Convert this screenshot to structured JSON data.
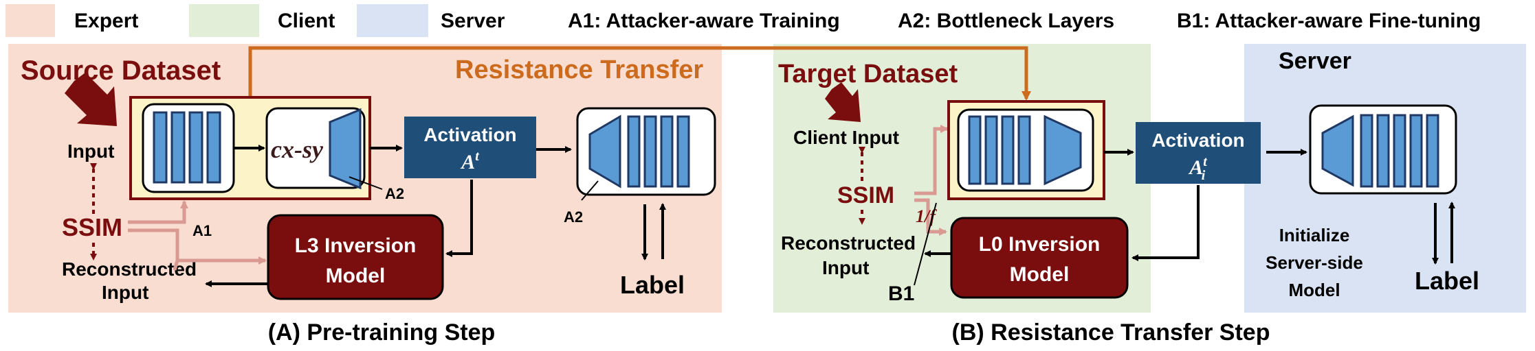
{
  "legend": {
    "expert": "Expert",
    "client": "Client",
    "server": "Server",
    "a1": "A1: Attacker-aware Training",
    "a2": "A2: Bottleneck Layers",
    "b1": "B1: Attacker-aware Fine-tuning",
    "colors": {
      "expert": "#f8ddd0",
      "client": "#e3eed8",
      "server": "#d9e3f3"
    }
  },
  "panel_a": {
    "source_dataset": "Source Dataset",
    "resistance_transfer": "Resistance Transfer",
    "input": "Input",
    "ssim": "SSIM",
    "reconstructed_line1": "Reconstructed",
    "reconstructed_line2": "Input",
    "formula": "cx-sy",
    "tag_a2_1": "A2",
    "tag_a2_2": "A2",
    "tag_a1": "A1",
    "activation": "Activation",
    "activation_symbol": "A",
    "activation_sup": "t",
    "inversion_line1": "L3 Inversion",
    "inversion_line2": "Model",
    "label": "Label",
    "caption": "(A) Pre-training Step"
  },
  "panel_b": {
    "target_dataset": "Target Dataset",
    "client_input": "Client Input",
    "ssim": "SSIM",
    "one_over_f": "1/f",
    "reconstructed_line1": "Reconstructed",
    "reconstructed_line2": "Input",
    "tag_b1": "B1",
    "activation": "Activation",
    "activation_symbol": "A",
    "activation_sup": "t",
    "activation_sub": "i",
    "inversion_line1": "L0 Inversion",
    "inversion_line2": "Model",
    "server_title": "Server",
    "init_line1": "Initialize",
    "init_line2": "Server-side",
    "init_line3": "Model",
    "label": "Label",
    "caption": "(B) Resistance Transfer Step"
  },
  "colors": {
    "dark_red": "#7a0d0d",
    "orange": "#cc6b1e",
    "navy": "#1f4e79",
    "layer_blue": "#5b9bd5",
    "pink_arrow": "#d89a92"
  }
}
